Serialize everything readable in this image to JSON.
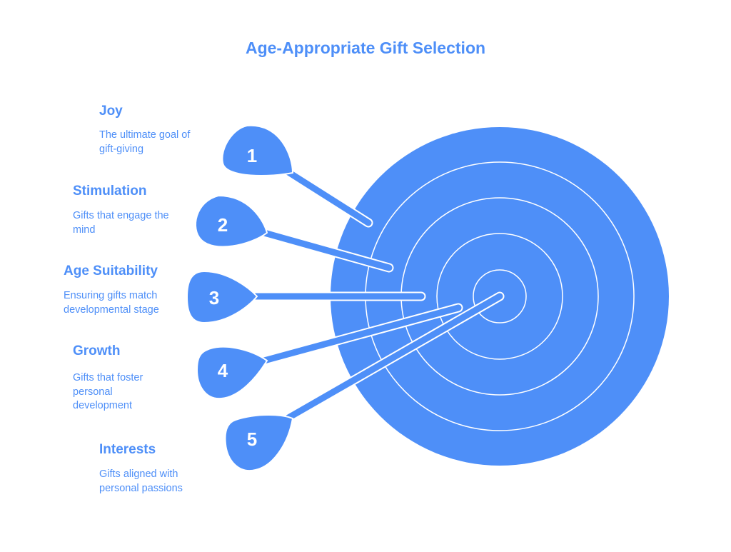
{
  "title": "Age-Appropriate Gift Selection",
  "accent_color": "#4e8ff8",
  "items": [
    {
      "number": "1",
      "title": "Joy",
      "description": "The ultimate goal of gift-giving"
    },
    {
      "number": "2",
      "title": "Stimulation",
      "description": "Gifts that engage the mind"
    },
    {
      "number": "3",
      "title": "Age Suitability",
      "description": "Ensuring gifts match developmental stage"
    },
    {
      "number": "4",
      "title": "Growth",
      "description": "Gifts that foster personal development"
    },
    {
      "number": "5",
      "title": "Interests",
      "description": "Gifts aligned with personal passions"
    }
  ]
}
